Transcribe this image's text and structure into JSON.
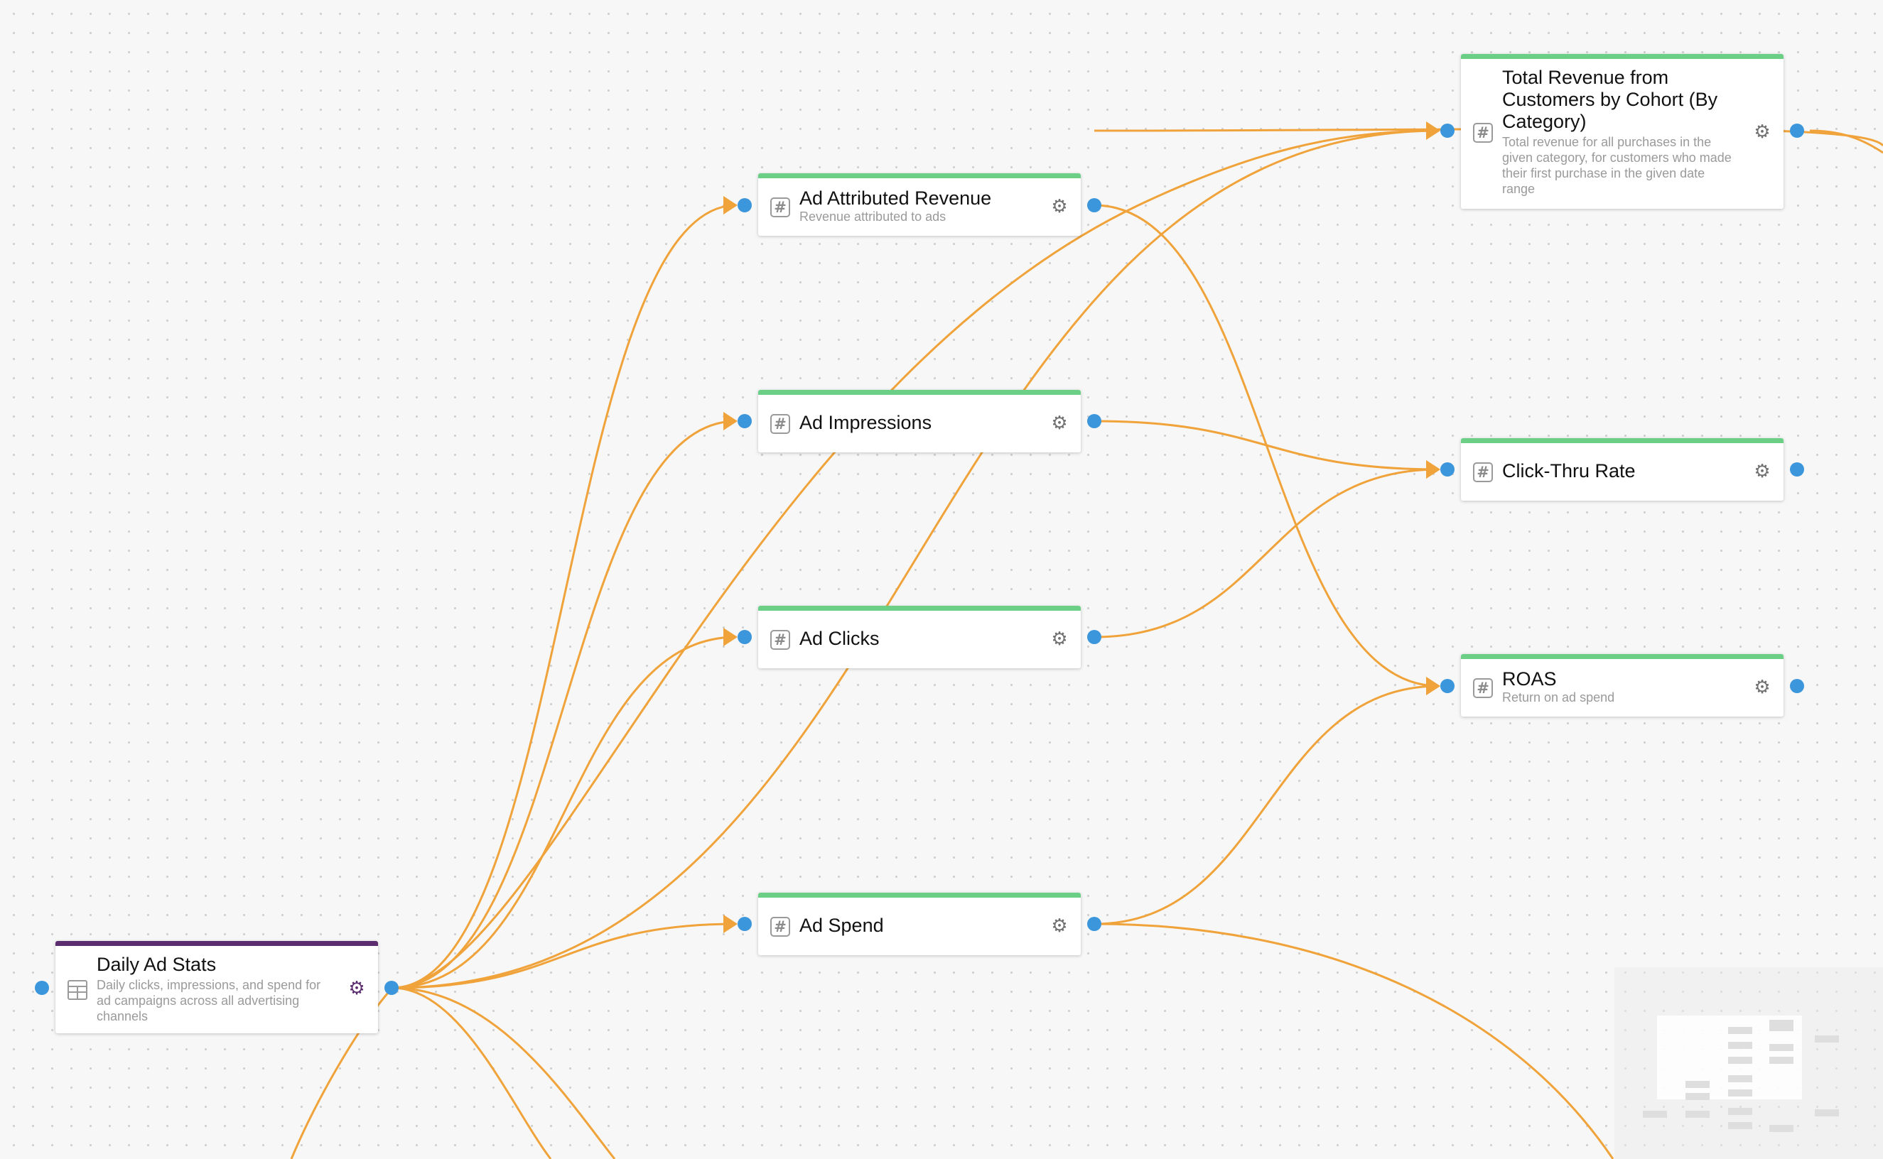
{
  "canvas": {
    "background": "#f7f7f7",
    "grid_dot_color": "#cfcfcf"
  },
  "colors": {
    "edge": "#f0a33a",
    "port": "#3b96dc",
    "metric_bar": "#6ccf86",
    "table_bar": "#5b2d6e",
    "table_gear": "#5b2d6e"
  },
  "nodes": [
    {
      "id": "daily-ad-stats",
      "kind": "table",
      "icon": "table-icon",
      "title": "Daily Ad Stats",
      "description": "Daily clicks, impressions, and spend for ad campaigns across all advertising channels"
    },
    {
      "id": "ad-attributed-revenue",
      "kind": "metric",
      "icon": "hash-icon",
      "title": "Ad Attributed Revenue",
      "description": "Revenue attributed to ads"
    },
    {
      "id": "ad-impressions",
      "kind": "metric",
      "icon": "hash-icon",
      "title": "Ad Impressions",
      "description": ""
    },
    {
      "id": "ad-clicks",
      "kind": "metric",
      "icon": "hash-icon",
      "title": "Ad Clicks",
      "description": ""
    },
    {
      "id": "ad-spend",
      "kind": "metric",
      "icon": "hash-icon",
      "title": "Ad Spend",
      "description": ""
    },
    {
      "id": "total-revenue-cohort",
      "kind": "metric",
      "icon": "hash-icon",
      "title": "Total Revenue from Customers by Cohort (By Category)",
      "description": "Total revenue for all purchases in the given category, for customers who made their first purchase in the given date range"
    },
    {
      "id": "click-thru-rate",
      "kind": "metric",
      "icon": "hash-icon",
      "title": "Click-Thru Rate",
      "description": ""
    },
    {
      "id": "roas",
      "kind": "metric",
      "icon": "hash-icon",
      "title": "ROAS",
      "description": "Return on ad spend"
    }
  ],
  "edges": [
    {
      "from": "daily-ad-stats",
      "to": "ad-attributed-revenue"
    },
    {
      "from": "daily-ad-stats",
      "to": "ad-impressions"
    },
    {
      "from": "daily-ad-stats",
      "to": "ad-clicks"
    },
    {
      "from": "daily-ad-stats",
      "to": "ad-spend"
    },
    {
      "from": "ad-attributed-revenue",
      "to": "roas"
    },
    {
      "from": "ad-impressions",
      "to": "click-thru-rate"
    },
    {
      "from": "ad-clicks",
      "to": "click-thru-rate"
    },
    {
      "from": "ad-spend",
      "to": "roas"
    },
    {
      "from": "daily-ad-stats",
      "to": "total-revenue-cohort"
    }
  ],
  "icons": {
    "settings": "gear-icon",
    "hash": "hash-icon",
    "table": "table-icon"
  }
}
